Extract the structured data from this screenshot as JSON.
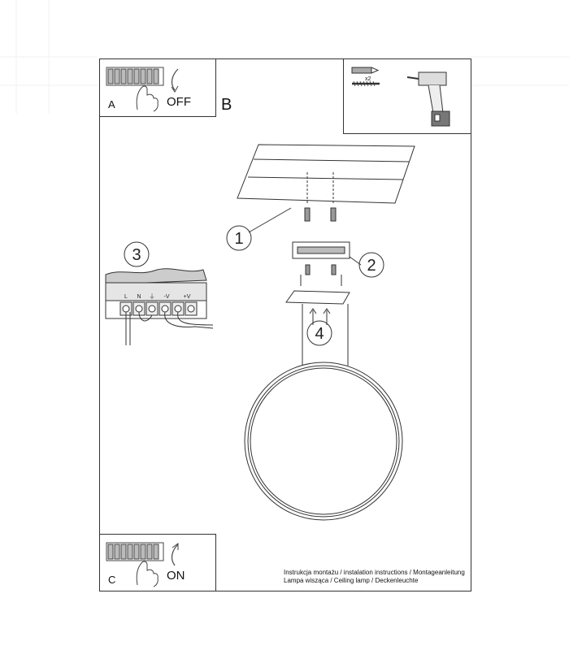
{
  "steps": {
    "a_label": "A",
    "a_action": "OFF",
    "b_label": "B",
    "c_label": "C",
    "c_action": "ON"
  },
  "callouts": [
    "1",
    "2",
    "3",
    "4"
  ],
  "tools": {
    "quantity": "x2"
  },
  "terminals": [
    "L",
    "N",
    "⏚",
    "-V",
    "+V"
  ],
  "footer": {
    "line1": "Instrukcja montażu / instalation instructions / Montageanleitung",
    "line2": "Lampa wisząca / Ceiling lamp / Deckenleuchte"
  }
}
